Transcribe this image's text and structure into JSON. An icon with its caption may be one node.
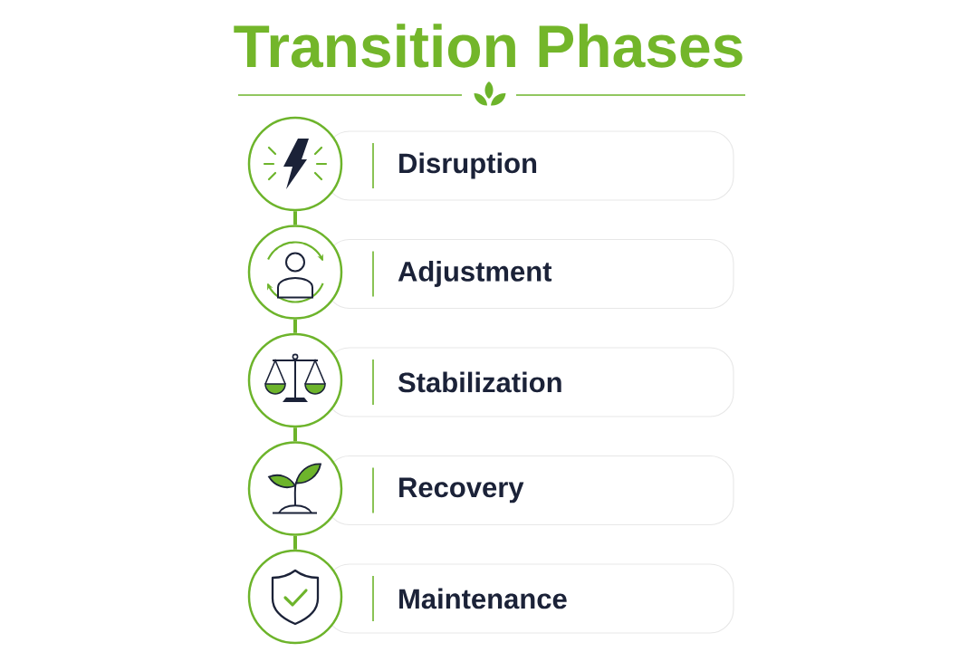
{
  "diagram": {
    "title": "Transition Phases",
    "nodes": [
      {
        "text": [],
        "shape": "circle"
      },
      {
        "text": [
          "Disruption"
        ]
      },
      {
        "text": [],
        "shape": "circle"
      },
      {
        "text": [
          "Adjustment"
        ]
      },
      {
        "text": [],
        "shape": "circle"
      },
      {
        "text": [
          "Stabilization"
        ]
      },
      {
        "text": [],
        "shape": "circle"
      },
      {
        "text": [
          "Recovery"
        ]
      },
      {
        "text": [],
        "shape": "circle"
      },
      {
        "text": [
          "Maintenance"
        ]
      }
    ],
    "edges": [
      {
        "from": 0,
        "to": 2,
        "arrow": "none"
      },
      {
        "from": 2,
        "to": 4,
        "arrow": "none"
      },
      {
        "from": 4,
        "to": 6,
        "arrow": "none"
      },
      {
        "from": 6,
        "to": 8,
        "arrow": "none"
      }
    ]
  }
}
